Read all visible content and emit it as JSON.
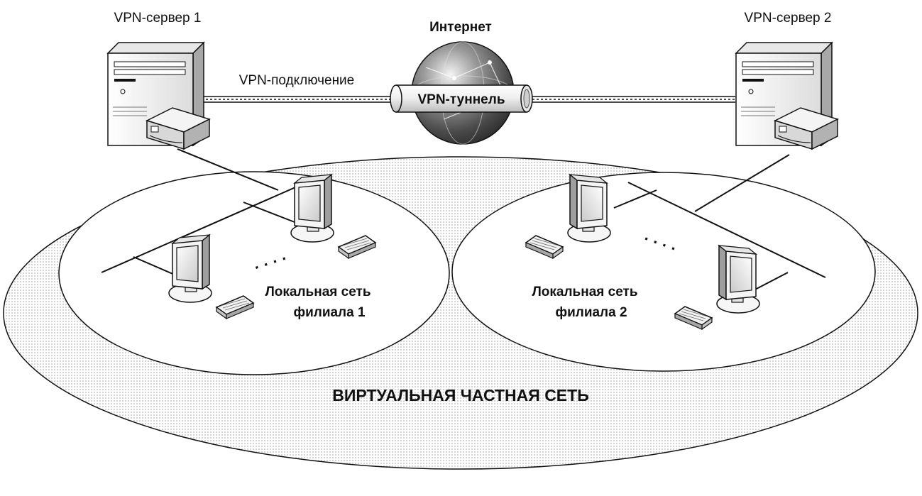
{
  "labels": {
    "server1": "VPN-сервер 1",
    "server2": "VPN-сервер 2",
    "internet": "Интернет",
    "connection": "VPN-подключение",
    "tunnel": "VPN-туннель",
    "lan1_line1": "Локальная сеть",
    "lan1_line2": "филиала 1",
    "lan2_line1": "Локальная сеть",
    "lan2_line2": "филиала 2",
    "vpn": "ВИРТУАЛЬНАЯ ЧАСТНАЯ СЕТЬ"
  },
  "ellipsis": "· · · ·",
  "colors": {
    "ink": "#111111",
    "device_light": "#f2f2f2",
    "device_mid": "#d5d5d5",
    "device_dark": "#a8a8a8",
    "area_dots": "#9a9a9a",
    "globe": "#555555"
  }
}
